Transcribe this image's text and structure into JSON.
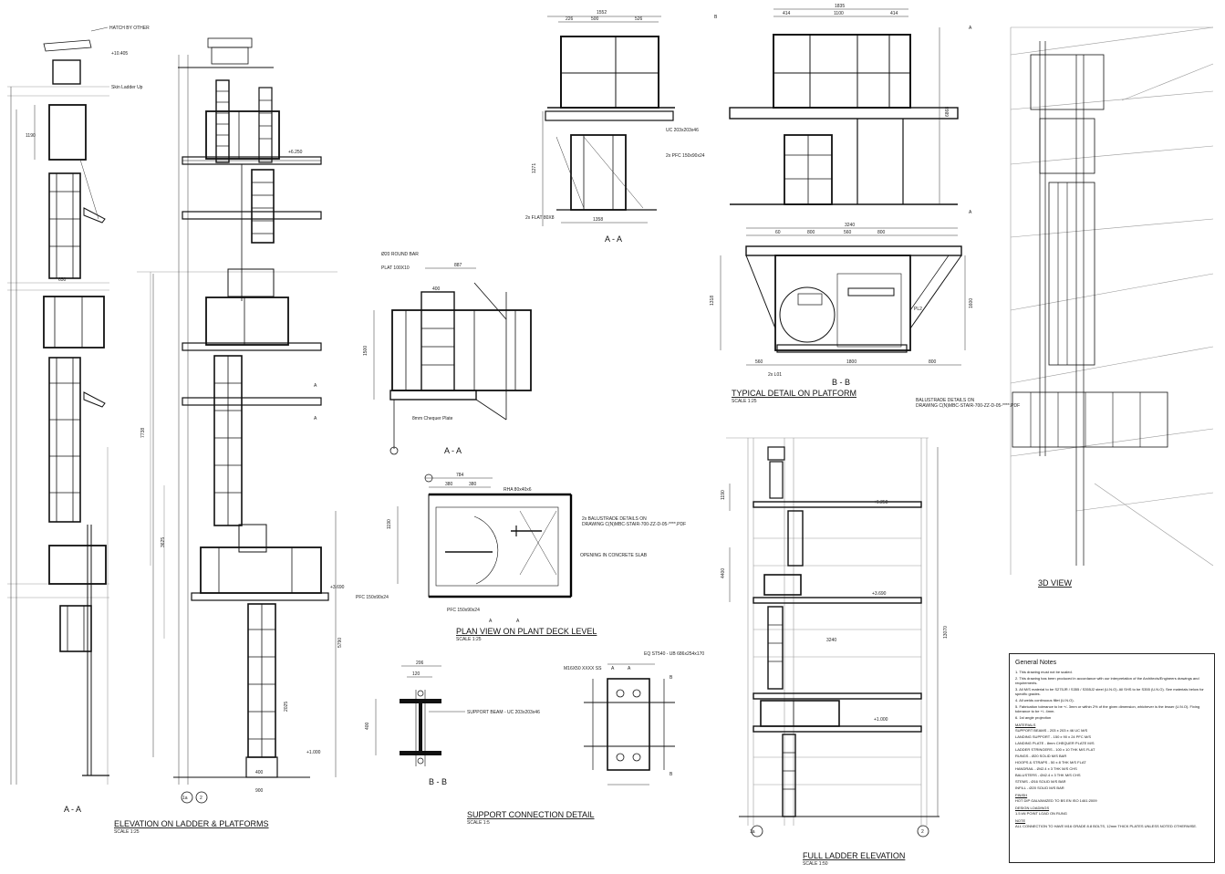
{
  "views": {
    "elevation_left_section": "A - A",
    "elevation_ladder_title": "ELEVATION ON LADDER & PLATFORMS",
    "elevation_ladder_scale": "SCALE 1:25",
    "section_aa_top": "A - A",
    "section_bb_top": "B - B",
    "typical_platform_title": "TYPICAL DETAIL ON PLATFORM",
    "typical_platform_scale": "SCALE 1:25",
    "section_aa_mid": "A - A",
    "plan_view_title": "PLAN VIEW ON PLANT DECK LEVEL",
    "plan_view_scale": "SCALE 1:25",
    "section_bb_small": "B - B",
    "support_connection_title": "SUPPORT CONNECTION DETAIL",
    "support_connection_scale": "SCALE 1:5",
    "full_ladder_title": "FULL LADDER ELEVATION",
    "full_ladder_scale": "SCALE 1:50",
    "view_3d_title": "3D VIEW"
  },
  "annotations": {
    "hatch_by_other": "HATCH BY OTHER",
    "skin_ladder_up": "Skin Ladder Up",
    "uc_section": "UC 203x203x46",
    "pfc_section": "2x PFC 150x90x24",
    "flat_section": "2x FLAT 80X8",
    "round_bar": "Ø20 ROUND BAR",
    "flat_100": "PLAT 100X10",
    "chequer_plate": "8mm Chequer Plate",
    "rha": "RHA 80x40x6",
    "balustrade_note_1": "2x BALUSTRADE DETAILS ON",
    "balustrade_note_2": "DRAWING C(N)MBC-STAIR-700-ZZ-D-05-****.PDF",
    "opening_slab": "OPENING IN CONCRETE SLAB",
    "pfc_150": "PFC 150x90x24",
    "support_beam": "SUPPORT BEAM - UC 203x203x46",
    "m16_bolts": "M16X50 XXXX SS",
    "ea_section": "EQ ST540 - UB 686x254x170",
    "balustrade_3d_1": "BALUSTRADE DETAILS ON",
    "balustrade_3d_2": "DRAWING C(N)MBC-STAIR-700-ZZ-D-05-****.PDF",
    "grid_a": "A",
    "grid_b": "B",
    "grid_2": "2",
    "grid_1a": "1a",
    "plate_pl2": "PL2",
    "bolt_2xl01": "2x L01"
  },
  "dims": {
    "d1552": "1552",
    "d226": "226",
    "d500": "500",
    "d526": "526",
    "d1835": "1835",
    "d414": "414",
    "d1100": "1100",
    "d3240": "3240",
    "d60": "60",
    "d800": "800",
    "d560": "560",
    "d887": "887",
    "d784": "784",
    "d380": "380",
    "d206": "206",
    "d120": "120",
    "d1500": "1500",
    "d1358": "1358",
    "d1271": "1271",
    "d1318": "1318",
    "d1600": "1600",
    "d6868": "6868",
    "d7738": "7738",
    "d3625": "3625",
    "d5790": "5790",
    "d2025": "2025",
    "d4400": "4400",
    "d1190": "1190",
    "d13070": "13070",
    "lvl1": "+10.405",
    "lvl2": "+6.250",
    "lvl3": "+3.690",
    "lvl4": "+1.000",
    "d400": "400",
    "d900": "900",
    "d650": "650",
    "d1800": "1800"
  },
  "general_notes": {
    "heading": "General Notes",
    "n1": "1. This drawing must not be scaled.",
    "n2": "2. This drawing has been produced in accordance with our interpretation of the Architects/Engineers drawings and requirements.",
    "n3": "3. All M/S material to be S275JR / S355 / S355J2 steel (U.N.O). All SHS to be S355 (U.N.O). See materials below for specific grades.",
    "n4": "4. All welds continuous fillet (U.N.O).",
    "n5": "5. Fabrication tolerance to be +/- 3mm or within 2% of the given dimension, whichever is the lesser (U.N.O). Fixing tolerance to be +/- 4mm.",
    "n6": "6. 1st angle projection",
    "materials_heading": "MATERIALS",
    "m1": "SUPPORT BEAMS - 203 x 203 x 46 UC M/S",
    "m2": "LANDING SUPPORT - 150 x 90 x 24 PFC M/S",
    "m3": "LANDING PLATE - 8mm CHEQUER PLATE M/S",
    "m4": "LADDER STRINGERS - 100 x 10 THK M/S FLAT",
    "m5": "RUNGS - Ø20 SOLID M/S BAR",
    "m6": "HOOPS & STRAPS - 50 x 8 THK M/S FLAT",
    "m7": "HANDRAIL - Ø42.4 x 3 THK M/S CHS",
    "m8": "BALUSTERS - Ø42.4 x 3 THK M/S CHS",
    "m9": "STEMS - Ø16 SOLID M/S BAR",
    "m10": "INFILL - Ø20 SOLID M/S BAR",
    "finish_heading": "FINISH",
    "finish": "HOT DIP GALVANIZED TO BS EN ISO 1461:2009",
    "design_heading": "DESIGN LOADINGS",
    "design": "1.5 kN POINT LOAD ON RUNG",
    "note_heading": "NOTE",
    "note": "ALL CONNECTION TO HAVE M16 GRADE 8.8 BOLTS, 12mm THICK PLATES UNLESS NOTED OTHERWISE."
  }
}
